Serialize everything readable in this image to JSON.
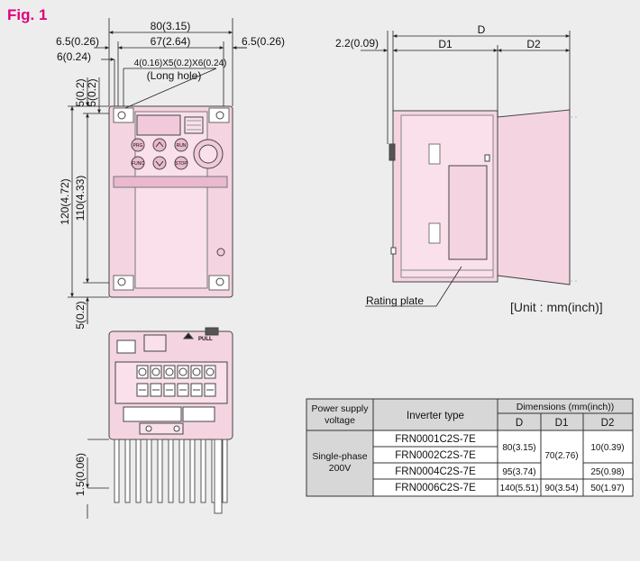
{
  "figure": {
    "title": "Fig. 1",
    "unit_note": "[Unit : mm(inch)]"
  },
  "front_view": {
    "width_total": "80(3.15)",
    "width_inner": "67(2.64)",
    "margin_left": "6.5(0.26)",
    "margin_right": "6.5(0.26)",
    "left_offset": "6(0.24)",
    "hole_size": "4(0.16)X5(0.2)X6(0.24)",
    "hole_label": "(Long hole)",
    "top_gap_1": "5(0.2)",
    "top_gap_2": "5(0.2)",
    "height_total": "120(4.72)",
    "height_inner": "110(4.33)",
    "bottom_gap": "5(0.2)"
  },
  "side_view": {
    "depth_total": "D",
    "depth_d1": "D1",
    "depth_d2": "D2",
    "offset": "2.2(0.09)",
    "rating_plate": "Rating plate"
  },
  "bottom_view": {
    "fin_gap": "1.5(0.06)",
    "pull_label": "PULL"
  },
  "keypad": {
    "key_a": "PRG",
    "key_b": "FUNC",
    "key_c": "RUN",
    "key_d": "STOP"
  },
  "table": {
    "col_power": "Power supply voltage",
    "col_power_l1": "Power supply",
    "col_power_l2": "voltage",
    "col_type": "Inverter type",
    "col_dims": "Dimensions (mm(inch))",
    "sub_d": "D",
    "sub_d1": "D1",
    "sub_d2": "D2",
    "power_l1": "Single-phase",
    "power_l2": "200V",
    "types": [
      "FRN0001C2S-7E",
      "FRN0002C2S-7E",
      "FRN0004C2S-7E",
      "FRN0006C2S-7E"
    ],
    "d_a": "80(3.15)",
    "d_b": "95(3.74)",
    "d_c": "140(5.51)",
    "d1_a": "70(2.76)",
    "d1_b": "90(3.54)",
    "d2_a": "10(0.39)",
    "d2_b": "25(0.98)",
    "d2_c": "50(1.97)"
  }
}
